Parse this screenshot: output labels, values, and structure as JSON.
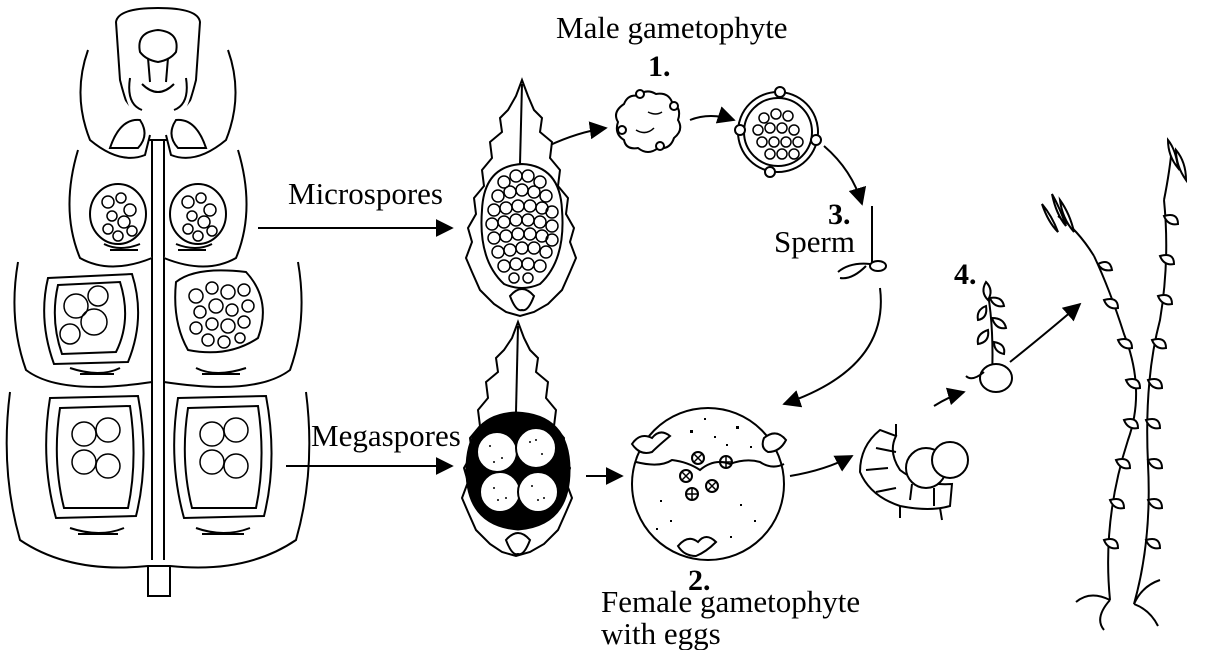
{
  "labels": {
    "male_gametophyte": "Male gametophyte",
    "step1": "1.",
    "microspores": "Microspores",
    "step3": "3.",
    "sperm": "Sperm",
    "step4": "4.",
    "megaspores": "Megaspores",
    "step2": "2.",
    "female_line1": "Female gametophyte",
    "female_line2": "with eggs"
  }
}
